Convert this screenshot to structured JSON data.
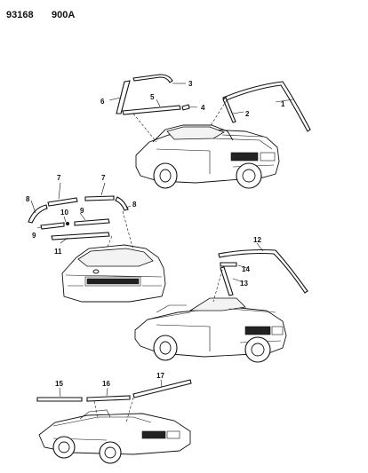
{
  "header": {
    "code_left": "93168",
    "code_right": "900A"
  },
  "callouts": {
    "c1": "1",
    "c2": "2",
    "c3": "3",
    "c4": "4",
    "c5": "5",
    "c6": "6",
    "c7a": "7",
    "c7b": "7",
    "c8a": "8",
    "c8b": "8",
    "c9a": "9",
    "c9b": "9",
    "c10": "10",
    "c11": "11",
    "c12": "12",
    "c13": "13",
    "c14": "14",
    "c15": "15",
    "c16": "16",
    "c17": "17"
  }
}
